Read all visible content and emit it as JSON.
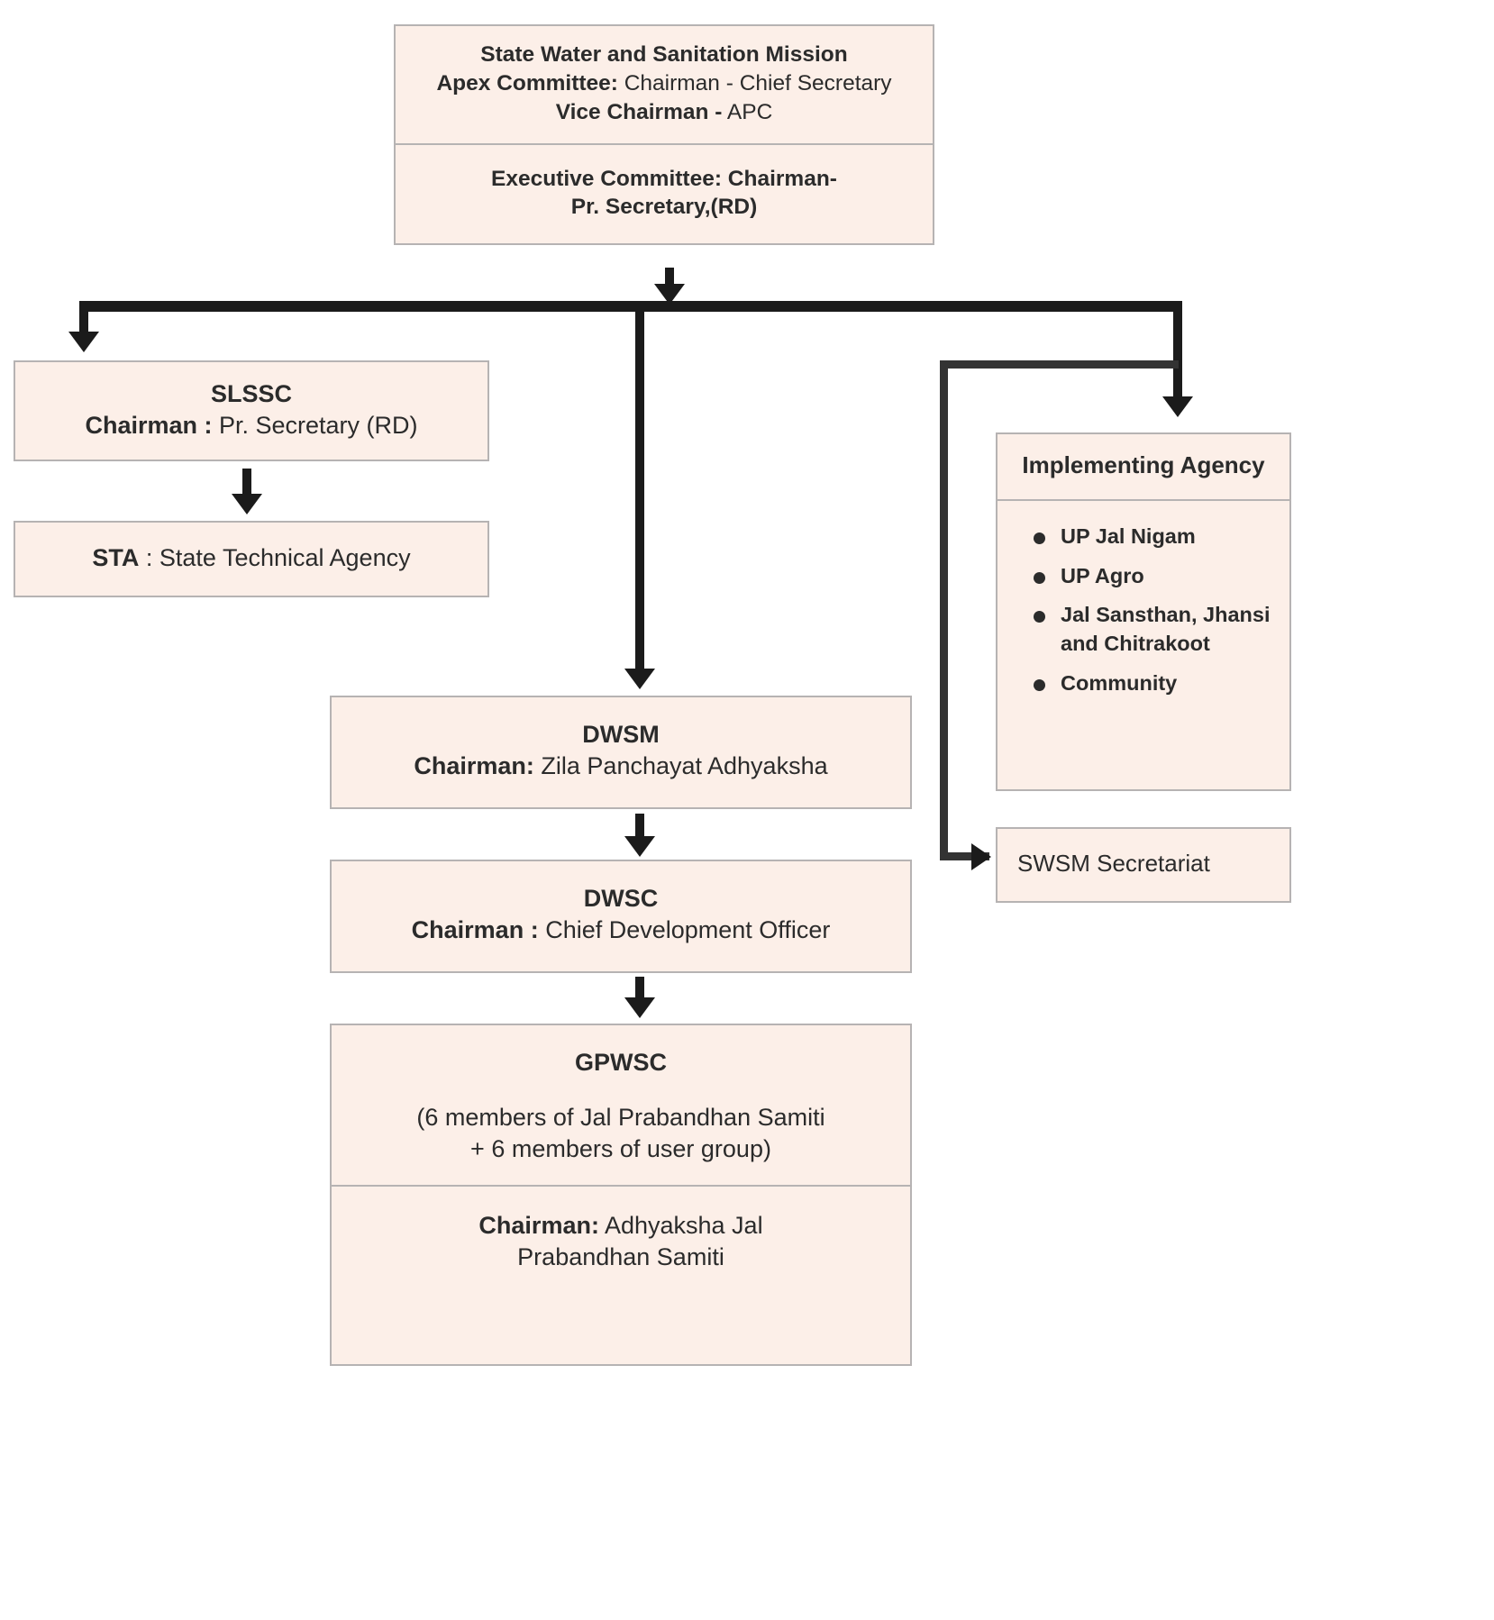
{
  "diagram": {
    "title": "State Water and Sanitation Mission organisational structure",
    "colors": {
      "node_fill": "#fcefe8",
      "node_border": "#b6b3b3",
      "connector": "#1b1b1b",
      "text": "#2b2b2b"
    }
  },
  "swsm": {
    "apex": {
      "line1": "State Water and Sanitation Mission",
      "line2_label": "Apex Committee:",
      "line2_value": " Chairman - Chief Secretary",
      "line3_label": "Vice Chairman -",
      "line3_value": " APC"
    },
    "executive": {
      "line1": "Executive Committee: Chairman-",
      "line2": "Pr. Secretary,(RD)"
    }
  },
  "slssc": {
    "title": "SLSSC",
    "chairman_label": "Chairman :",
    "chairman_value": " Pr. Secretary (RD)"
  },
  "sta": {
    "abbr": "STA",
    "rest": " :  State Technical Agency"
  },
  "implementing_agency": {
    "title": "Implementing Agency",
    "items": [
      {
        "text": "UP Jal Nigam",
        "continuation": ""
      },
      {
        "text": "UP Agro",
        "continuation": ""
      },
      {
        "text": "Jal Sansthan, Jhansi",
        "continuation": "and Chitrakoot"
      },
      {
        "text": "Community",
        "continuation": ""
      }
    ]
  },
  "swsm_secretariat": {
    "title": "SWSM Secretariat"
  },
  "dwsm": {
    "title": "DWSM",
    "chairman_label": "Chairman:",
    "chairman_value": " Zila Panchayat Adhyaksha"
  },
  "dwsc": {
    "title": "DWSC",
    "chairman_label": "Chairman :",
    "chairman_value": " Chief Development Officer"
  },
  "gpwsc": {
    "title": "GPWSC",
    "composition_line1": "(6 members of Jal Prabandhan Samiti",
    "composition_line2": "+ 6 members of user group)",
    "chairman_label": "Chairman:",
    "chairman_value": " Adhyaksha Jal",
    "chairman_line2": "Prabandhan Samiti"
  }
}
